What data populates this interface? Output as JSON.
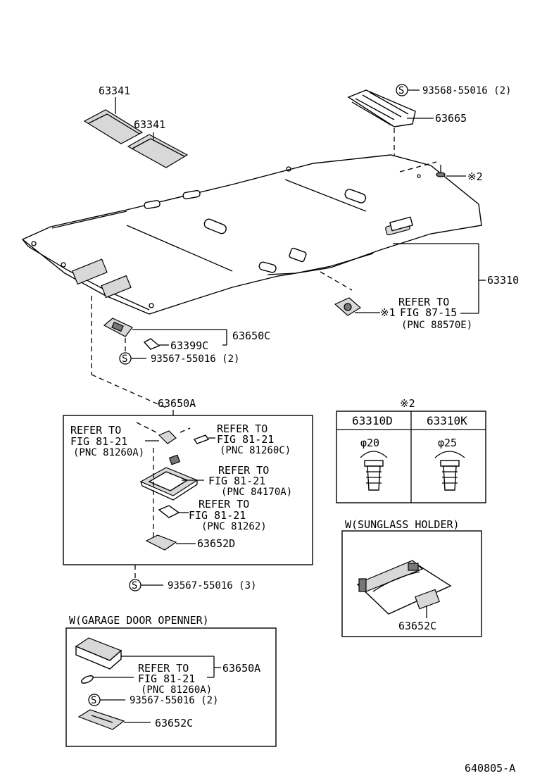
{
  "diagram": {
    "sun_visors": {
      "upper": "63341",
      "lower": "63341"
    },
    "sunroof_clips": {
      "screw_symbol": "S",
      "screw_part": "93568-55016 (2)",
      "part": "63665"
    },
    "fastener": {
      "ref": "※2"
    },
    "headliner": {
      "part": "63310",
      "clip_marker": "※1",
      "refer": [
        "REFER TO",
        "FIG 87-15",
        "(PNC 88570E)"
      ]
    },
    "rear_lamp": {
      "bracket": "63650C",
      "lens": "63399C",
      "screw_symbol": "S",
      "screw_part": "93567-55016 (2)"
    },
    "map_lamp": {
      "assy": "63650A",
      "refer_a": [
        "REFER TO",
        "FIG 81-21",
        "(PNC 81260A)"
      ],
      "refer_c": [
        "REFER TO",
        "FIG 81-21",
        "(PNC 81260C)"
      ],
      "refer_switch": [
        "REFER TO",
        "FIG 81-21",
        "(PNC 84170A)"
      ],
      "refer_lens": [
        "REFER TO",
        "FIG 81-21",
        "(PNC 81262)"
      ],
      "bracket": "63652D",
      "screw_symbol": "S",
      "screw_part": "93567-55016 (3)"
    },
    "clip_table": {
      "title": "※2",
      "col1": "63310D",
      "col2": "63310K",
      "dia1": "φ20",
      "dia2": "φ25"
    },
    "sunglass_holder": {
      "title": "W(SUNGLASS HOLDER)",
      "part": "63652C"
    },
    "garage_door": {
      "title": "W(GARAGE DOOR OPENNER)",
      "assy": "63650A",
      "refer": [
        "REFER TO",
        "FIG 81-21",
        "(PNC 81260A)"
      ],
      "screw_symbol": "S",
      "screw_part": "93567-55016 (2)",
      "bracket": "63652C"
    },
    "figure_id": "640805-A"
  }
}
